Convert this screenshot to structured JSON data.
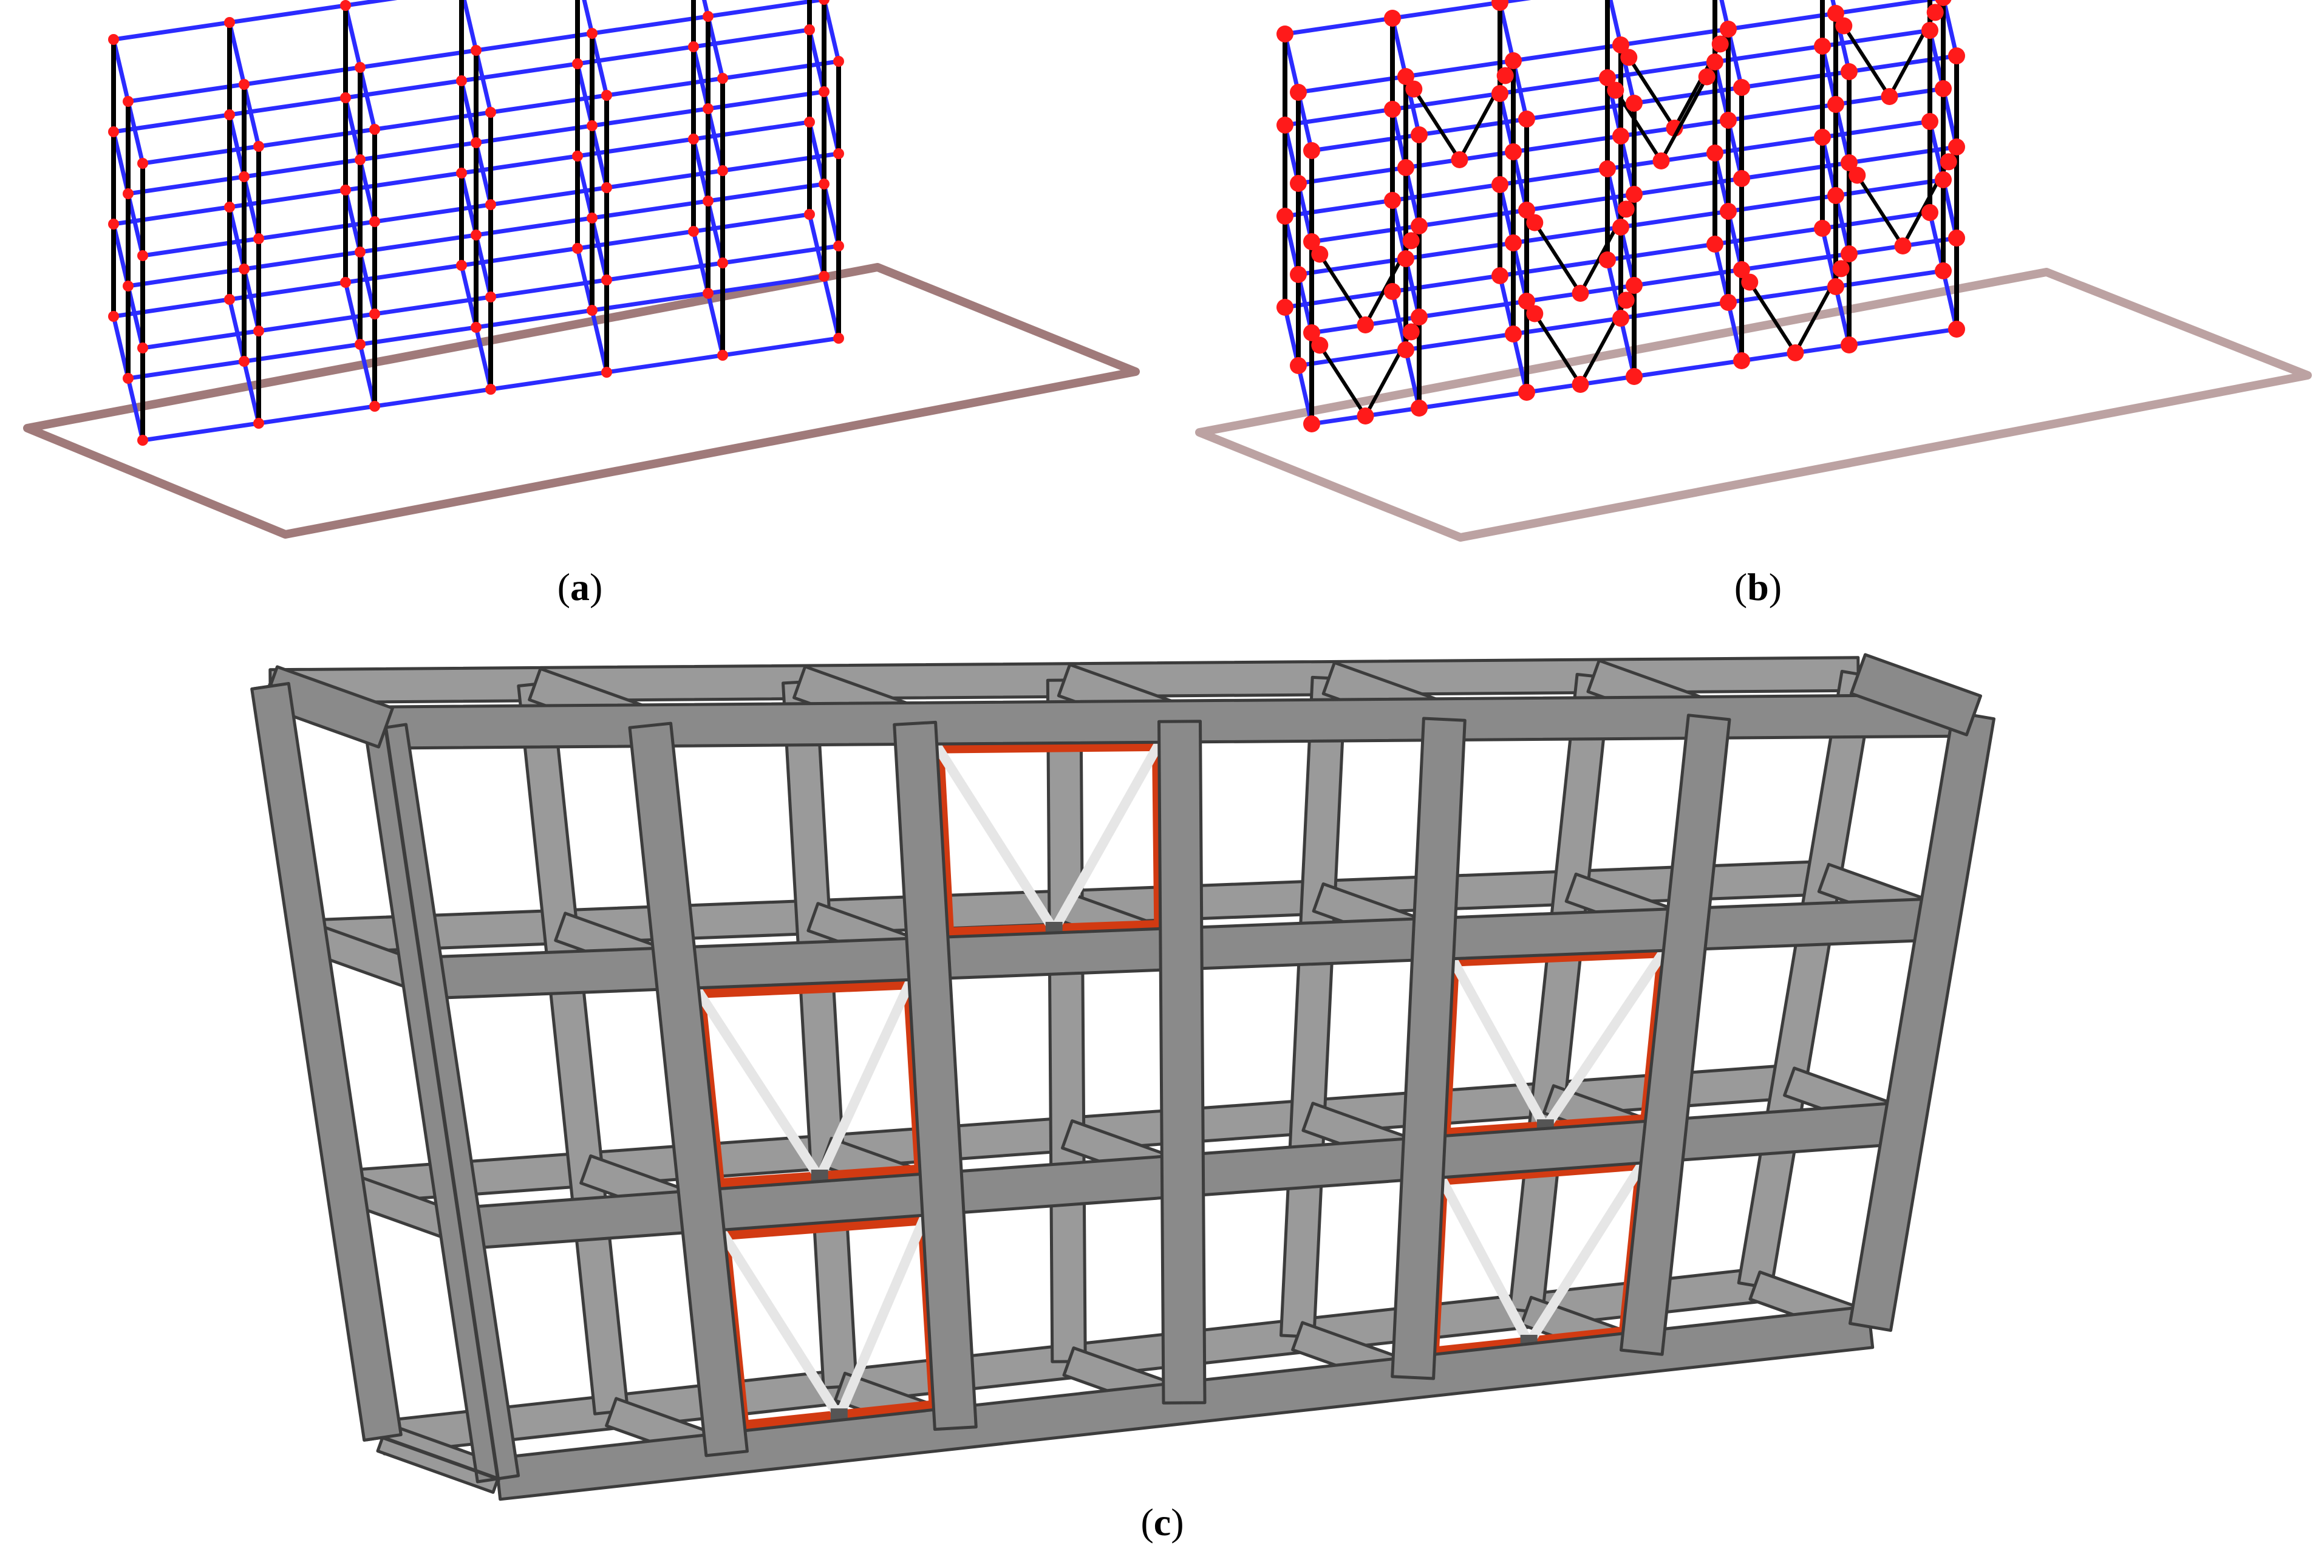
{
  "figure": {
    "panels": [
      {
        "id": "a",
        "caption": {
          "open": "(",
          "letter": "a",
          "close": ")"
        }
      },
      {
        "id": "b",
        "caption": {
          "open": "(",
          "letter": "b",
          "close": ")"
        }
      },
      {
        "id": "c",
        "caption": {
          "open": "(",
          "letter": "c",
          "close": ")"
        }
      }
    ]
  },
  "colors": {
    "beam_line": "#2b2bff",
    "column_line": "#000000",
    "node": "#ff1a1a",
    "ground_outline": "#a07a7a",
    "frame_face": "#8a8a8a",
    "frame_edge": "#3c3c3c",
    "infill_border": "#d23a12",
    "brace": "#e6e6e6"
  },
  "model": {
    "bays_long": 6,
    "bays_short": 2,
    "stories": 3
  }
}
